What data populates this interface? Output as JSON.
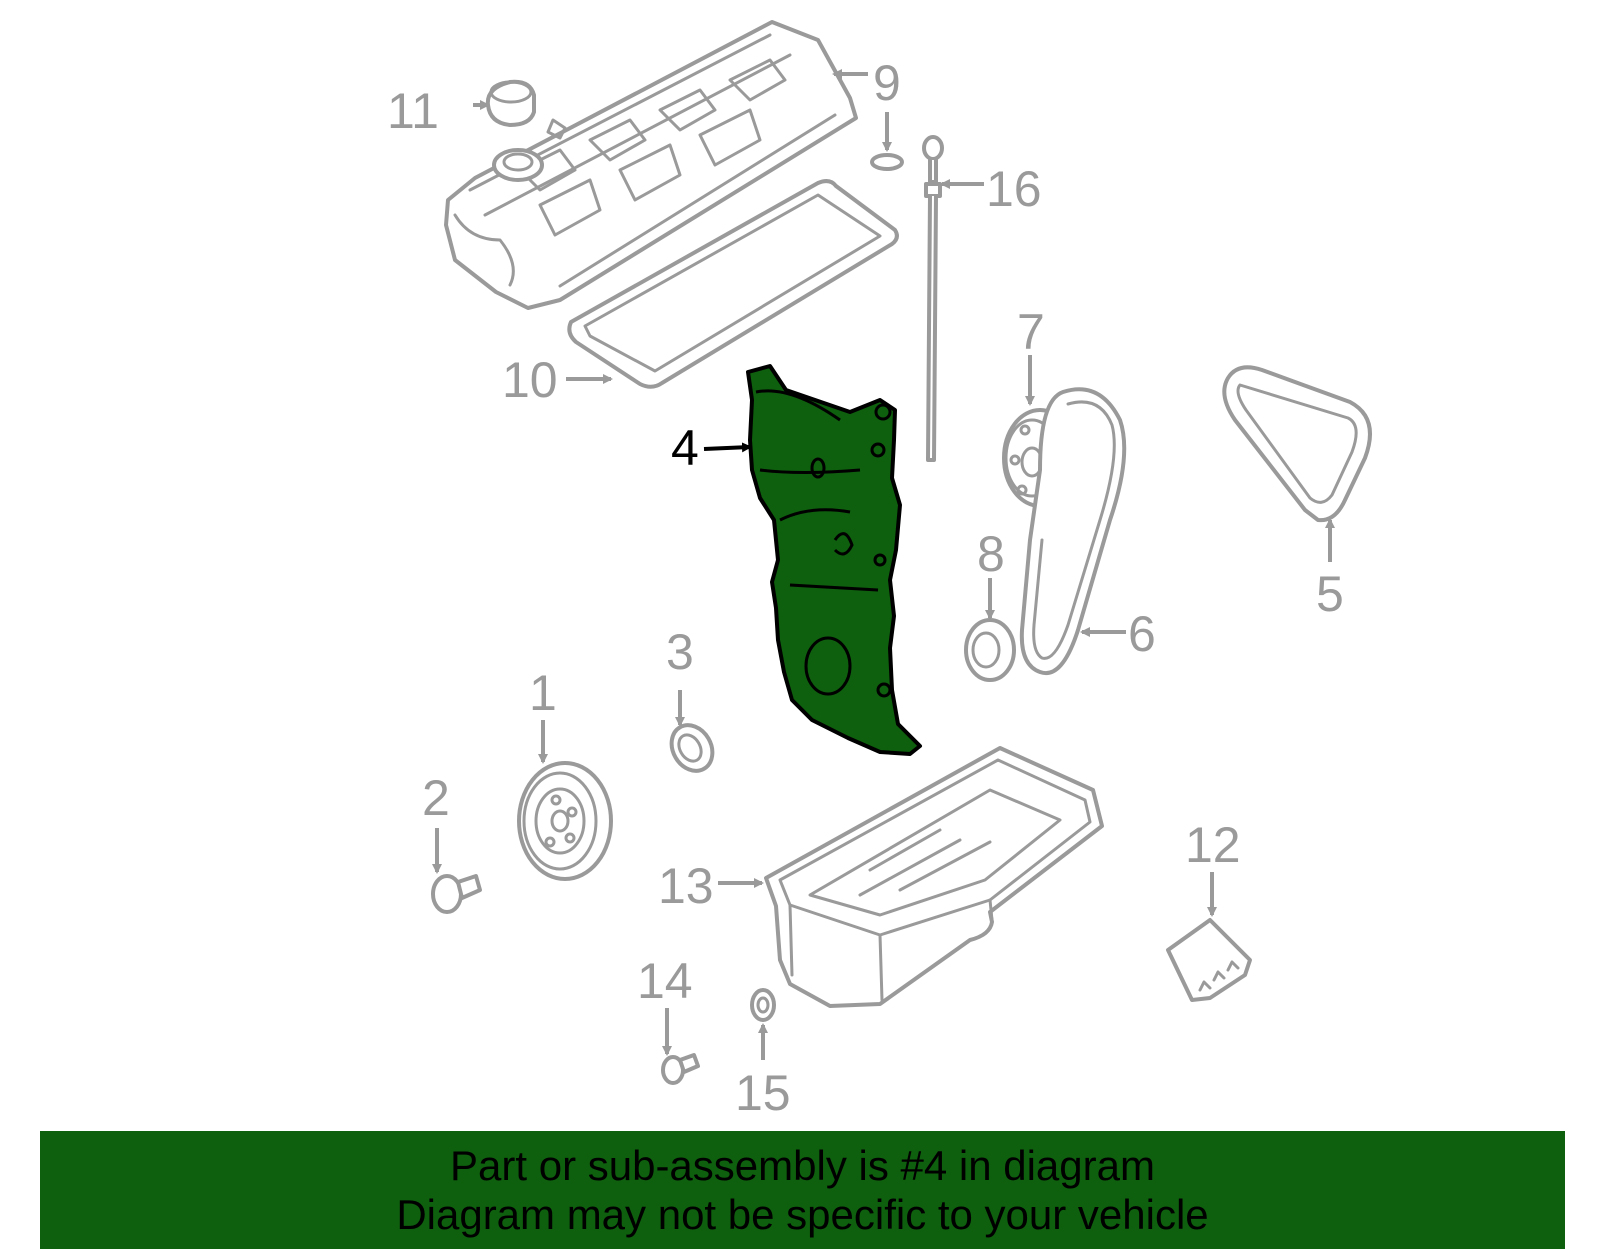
{
  "highlight_color": "#0e5f0e",
  "line_color": "#9a9a9a",
  "callouts": {
    "c1": "1",
    "c2": "2",
    "c3": "3",
    "c4": "4",
    "c5": "5",
    "c6": "6",
    "c7": "7",
    "c8": "8",
    "c9": "9",
    "c10": "10",
    "c11": "11",
    "c12": "12",
    "c13": "13",
    "c14": "14",
    "c15": "15",
    "c16": "16"
  },
  "highlighted_part": "4",
  "banner": {
    "line1": "Part or sub-assembly is #4 in diagram",
    "line2": "Diagram may not be specific to your vehicle"
  }
}
